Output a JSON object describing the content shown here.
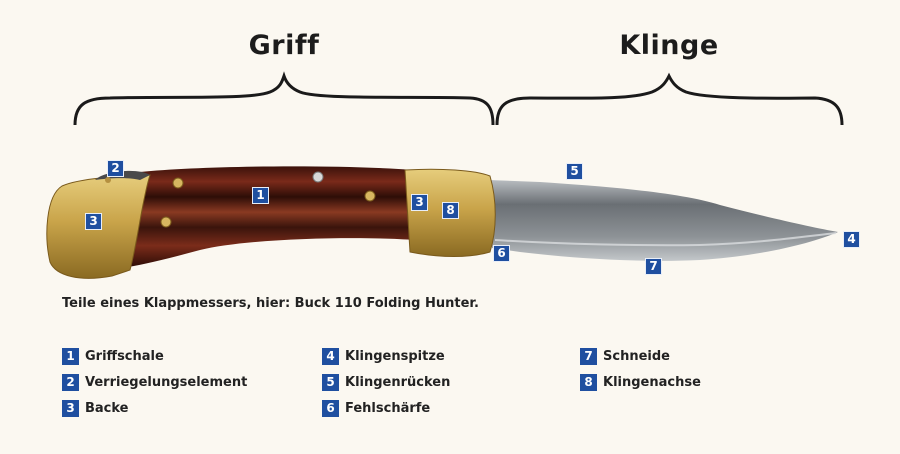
{
  "headings": {
    "griff": "Griff",
    "klinge": "Klinge"
  },
  "caption": "Teile eines Klappmessers, hier: Buck 110 Folding Hunter.",
  "markers": {
    "handle_scale": "1",
    "lock": "2",
    "bolster_left": "3",
    "bolster_right": "3",
    "blade_axis": "8",
    "spine": "5",
    "tip": "4",
    "ricasso": "6",
    "edge": "7"
  },
  "legend": {
    "col1": [
      {
        "num": "1",
        "label": "Griffschale"
      },
      {
        "num": "2",
        "label": "Verriegelungselement"
      },
      {
        "num": "3",
        "label": "Backe"
      }
    ],
    "col2": [
      {
        "num": "4",
        "label": "Klingenspitze"
      },
      {
        "num": "5",
        "label": "Klingenrücken"
      },
      {
        "num": "6",
        "label": "Fehlschärfe"
      }
    ],
    "col3": [
      {
        "num": "7",
        "label": "Schneide"
      },
      {
        "num": "8",
        "label": "Klingenachse"
      }
    ]
  },
  "colors": {
    "marker": "#1f4fa0",
    "brass": "#c9a44a",
    "wood": "#5a1e14",
    "blade": "#7c8185"
  }
}
